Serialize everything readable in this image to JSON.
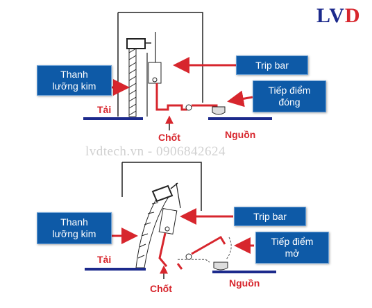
{
  "brand": {
    "part1": "LV",
    "part2": "D",
    "color1": "#1c2a8c",
    "color2": "#d7262d"
  },
  "watermark": "lvdtech.vn - 0906842624",
  "top_diagram": {
    "bimetal_label": [
      "Thanh",
      "lưỡng kim"
    ],
    "trip_bar_label": "Trip bar",
    "contact_label": [
      "Tiếp điểm",
      "đóng"
    ],
    "load_label": "Tải",
    "pin_label": "Chốt",
    "source_label": "Nguồn"
  },
  "bottom_diagram": {
    "bimetal_label": [
      "Thanh",
      "lưỡng kim"
    ],
    "trip_bar_label": "Trip bar",
    "contact_label": [
      "Tiếp điểm",
      "mở"
    ],
    "load_label": "Tải",
    "pin_label": "Chốt",
    "source_label": "Nguồn"
  },
  "colors": {
    "label_bg": "#0e5aa7",
    "accent_red": "#d7262d",
    "terminal_blue": "#1c2a8c"
  }
}
